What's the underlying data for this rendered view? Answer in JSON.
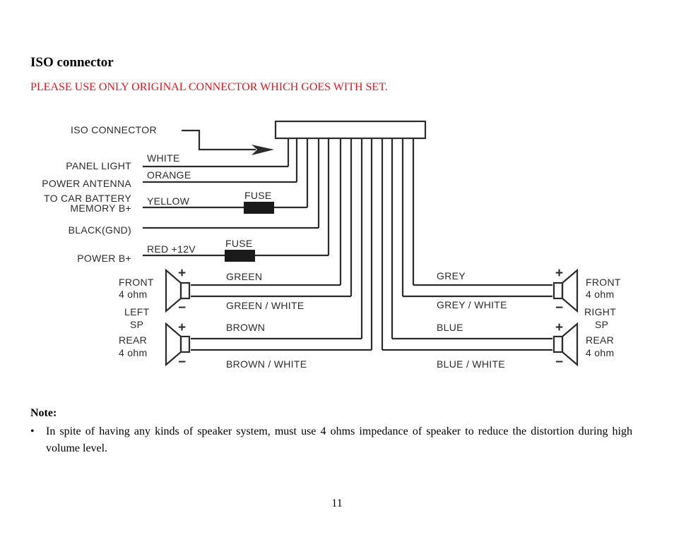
{
  "page": {
    "title": "ISO connector",
    "warning": "PLEASE USE ONLY ORIGINAL CONNECTOR WHICH GOES WITH SET.",
    "note_heading": "Note:",
    "note_bullet": "•",
    "note_text": "In spite of having any kinds of speaker system, must use 4 ohms impedance of speaker to reduce the distortion during high volume level.",
    "page_number": "11"
  },
  "diagram": {
    "iso_connector": "ISO CONNECTOR",
    "left_labels": {
      "panel_light": "PANEL LIGHT",
      "power_antenna": "POWER ANTENNA",
      "to_car_battery": "TO CAR BATTERY",
      "memory_b": "MEMORY B+",
      "black_gnd": "BLACK(GND)",
      "power_b": "POWER B+"
    },
    "wire_colors": {
      "white": "WHITE",
      "orange": "ORANGE",
      "yellow": "YELLOW",
      "red_12v": "RED +12V",
      "green": "GREEN",
      "green_white": "GREEN / WHITE",
      "brown": "BROWN",
      "brown_white": "BROWN / WHITE",
      "grey": "GREY",
      "grey_white": "GREY / WHITE",
      "blue": "BLUE",
      "blue_white": "BLUE / WHITE"
    },
    "fuse": "FUSE",
    "speakers": {
      "front": "FRONT",
      "rear": "REAR",
      "ohm": "4 ohm",
      "left": "LEFT",
      "right": "RIGHT",
      "sp": "SP",
      "plus": "+",
      "minus": "−"
    }
  }
}
